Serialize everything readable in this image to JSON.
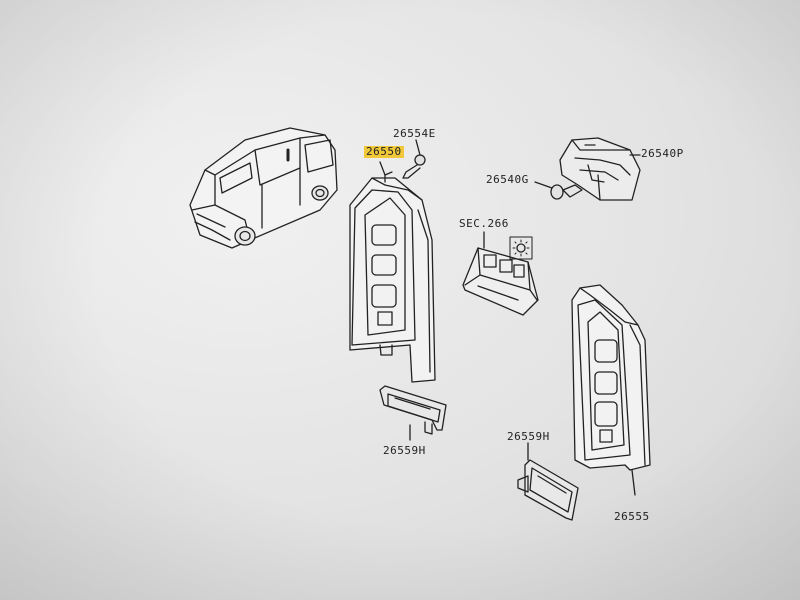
{
  "parts": {
    "p26554e": "26554E",
    "p26550": "26550",
    "p26540p": "26540P",
    "p26540g": "26540G",
    "sec266": "SEC.266",
    "p26559h_left": "26559H",
    "p26559h_right": "26559H",
    "p26555": "26555"
  },
  "colors": {
    "highlight": "#f0c83a",
    "ink": "#222222"
  }
}
